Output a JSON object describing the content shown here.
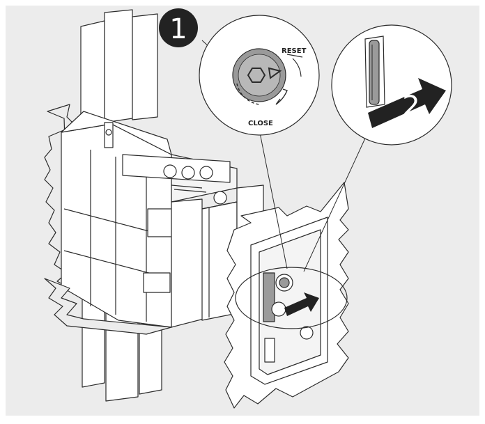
{
  "colors": {
    "background": "#ececec",
    "frame": "#ffffff",
    "line": "#2b2b2b",
    "lens_fill": "#ffffff",
    "knob": "#9a9a9a",
    "badge": "#222222",
    "arrow": "#222222"
  },
  "steps": {
    "one": {
      "number": "1"
    },
    "two": {
      "number": "2"
    }
  },
  "labels": {
    "reset": "RESET",
    "close": "CLOSE"
  },
  "icons": {
    "step1": "rotate-reset-dial",
    "step2": "pull-handle-out"
  }
}
